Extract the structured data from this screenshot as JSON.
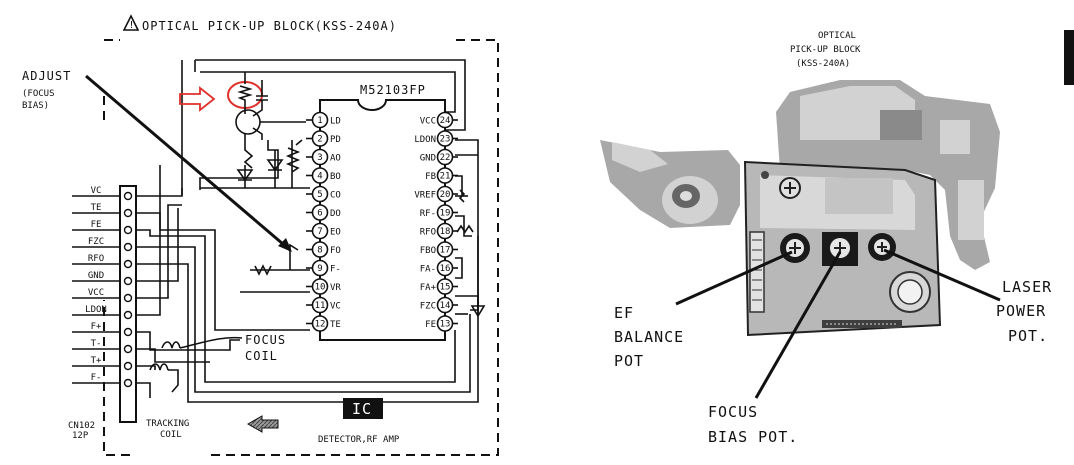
{
  "left_diagram": {
    "warning_symbol": "caution-triangle",
    "title": "OPTICAL PICK-UP BLOCK(KSS-240A)",
    "adjust_label": "ADJUST",
    "adjust_sub_1": "(FOCUS",
    "adjust_sub_2": "BIAS)",
    "ic_part_number": "M52103FP",
    "left_pins": [
      {
        "num": "1",
        "name": "LD"
      },
      {
        "num": "2",
        "name": "PD"
      },
      {
        "num": "3",
        "name": "AO"
      },
      {
        "num": "4",
        "name": "BO"
      },
      {
        "num": "5",
        "name": "CO"
      },
      {
        "num": "6",
        "name": "DO"
      },
      {
        "num": "7",
        "name": "EO"
      },
      {
        "num": "8",
        "name": "FO"
      },
      {
        "num": "9",
        "name": "F-"
      },
      {
        "num": "10",
        "name": "VR"
      },
      {
        "num": "11",
        "name": "VC"
      },
      {
        "num": "12",
        "name": "TE"
      }
    ],
    "right_pins": [
      {
        "num": "24",
        "name": "VCC"
      },
      {
        "num": "23",
        "name": "LDON"
      },
      {
        "num": "22",
        "name": "GND"
      },
      {
        "num": "21",
        "name": "FB"
      },
      {
        "num": "20",
        "name": "VREF"
      },
      {
        "num": "19",
        "name": "RF-"
      },
      {
        "num": "18",
        "name": "RFO"
      },
      {
        "num": "17",
        "name": "FBO"
      },
      {
        "num": "16",
        "name": "FA-"
      },
      {
        "num": "15",
        "name": "FA+"
      },
      {
        "num": "14",
        "name": "FZC"
      },
      {
        "num": "13",
        "name": "FE"
      }
    ],
    "connector_signals": [
      "VC",
      "TE",
      "FE",
      "FZC",
      "RFO",
      "GND",
      "VCC",
      "LDON",
      "F+",
      "T-",
      "T+",
      "F-"
    ],
    "connector_label_1": "CN102",
    "connector_label_2": "12P",
    "focus_coil_1": "FOCUS",
    "focus_coil_2": "COIL",
    "tracking_coil_1": "TRACKING",
    "tracking_coil_2": "COIL",
    "ic_badge": "IC",
    "detector_label": "DETECTOR,RF AMP",
    "highlight_color": "#e0302a"
  },
  "right_diagram": {
    "title_1": "OPTICAL",
    "title_2": "PICK-UP BLOCK",
    "title_3": "(KSS-240A)",
    "ef_1": "EF",
    "ef_2": "BALANCE",
    "ef_3": "POT",
    "focus_1": "FOCUS",
    "focus_2": "BIAS POT.",
    "laser_1": "LASER",
    "laser_2": "POWER",
    "laser_3": "POT."
  }
}
